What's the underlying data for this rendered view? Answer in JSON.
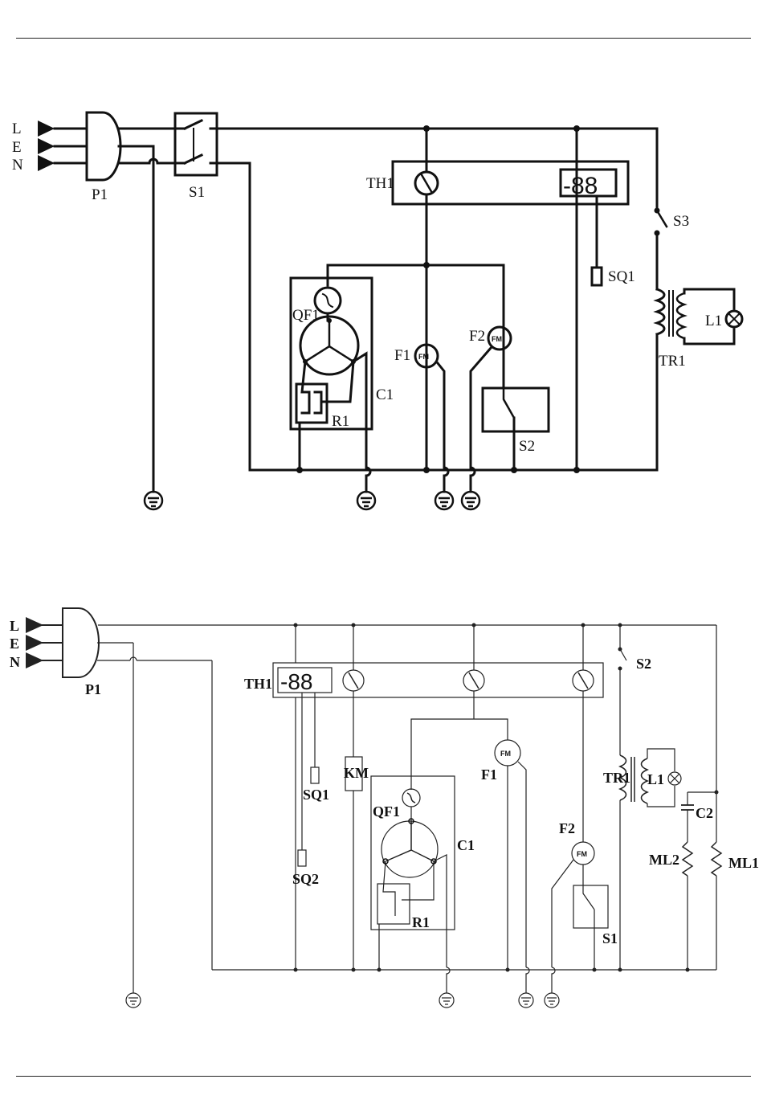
{
  "diagram1": {
    "line_labels": [
      "L",
      "E",
      "N"
    ],
    "labels": {
      "plug": "P1",
      "main_switch": "S1",
      "thermostat": "TH1",
      "display": "-88",
      "sensor": "SQ1",
      "door_switch": "S3",
      "transformer": "TR1",
      "lamp": "L1",
      "overload": "QF1",
      "compressor": "C1",
      "relay": "R1",
      "fan1": "F1",
      "fan2": "F2",
      "fan_symbol": "FM",
      "switch2": "S2"
    }
  },
  "diagram2": {
    "line_labels": [
      "L",
      "E",
      "N"
    ],
    "labels": {
      "plug": "P1",
      "thermostat": "TH1",
      "display": "-88",
      "sensor1": "SQ1",
      "sensor2": "SQ2",
      "contactor": "KM",
      "overload": "QF1",
      "compressor": "C1",
      "relay": "R1",
      "fan1": "F1",
      "fan2": "F2",
      "fan_symbol": "FM",
      "switch1": "S1",
      "door_switch": "S2",
      "transformer": "TR1",
      "lamp": "L1",
      "capacitor": "C2",
      "heater2": "ML2",
      "heater1": "ML1"
    }
  }
}
